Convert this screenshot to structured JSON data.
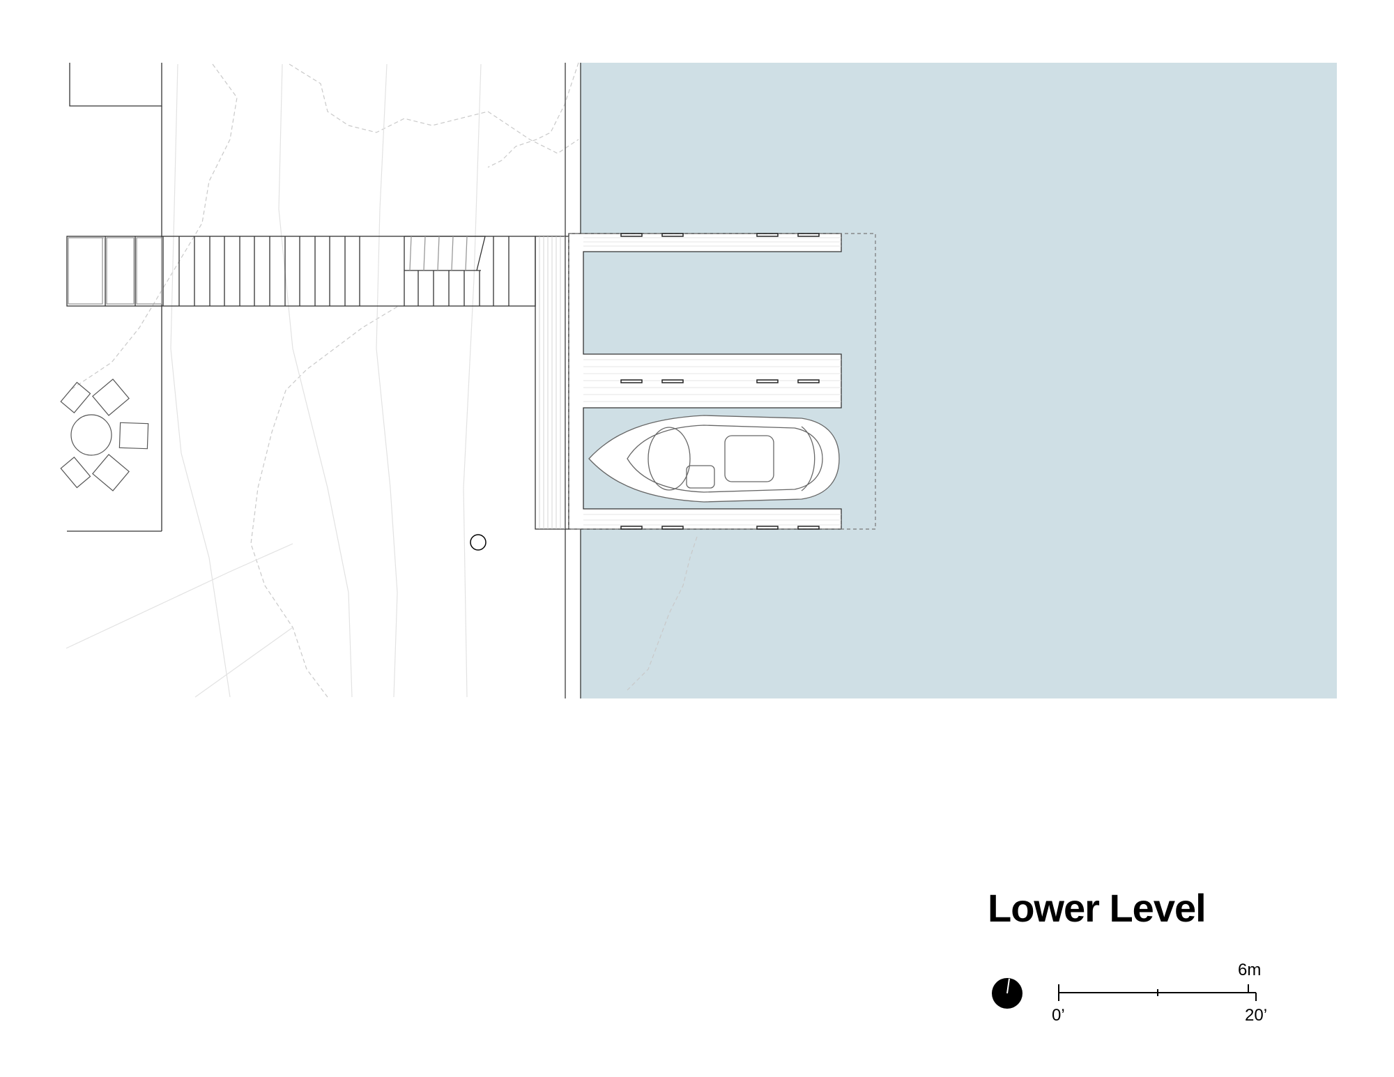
{
  "drawing": {
    "title": "Lower Level",
    "scale": {
      "metric_label": "6m",
      "start_label": "0’",
      "end_label": "20’"
    },
    "north_arrow": "north-arrow-icon"
  },
  "colors": {
    "water": "#cfdfe5",
    "line": "#333333",
    "contour": "#c8c8c8",
    "ink": "#000000"
  }
}
